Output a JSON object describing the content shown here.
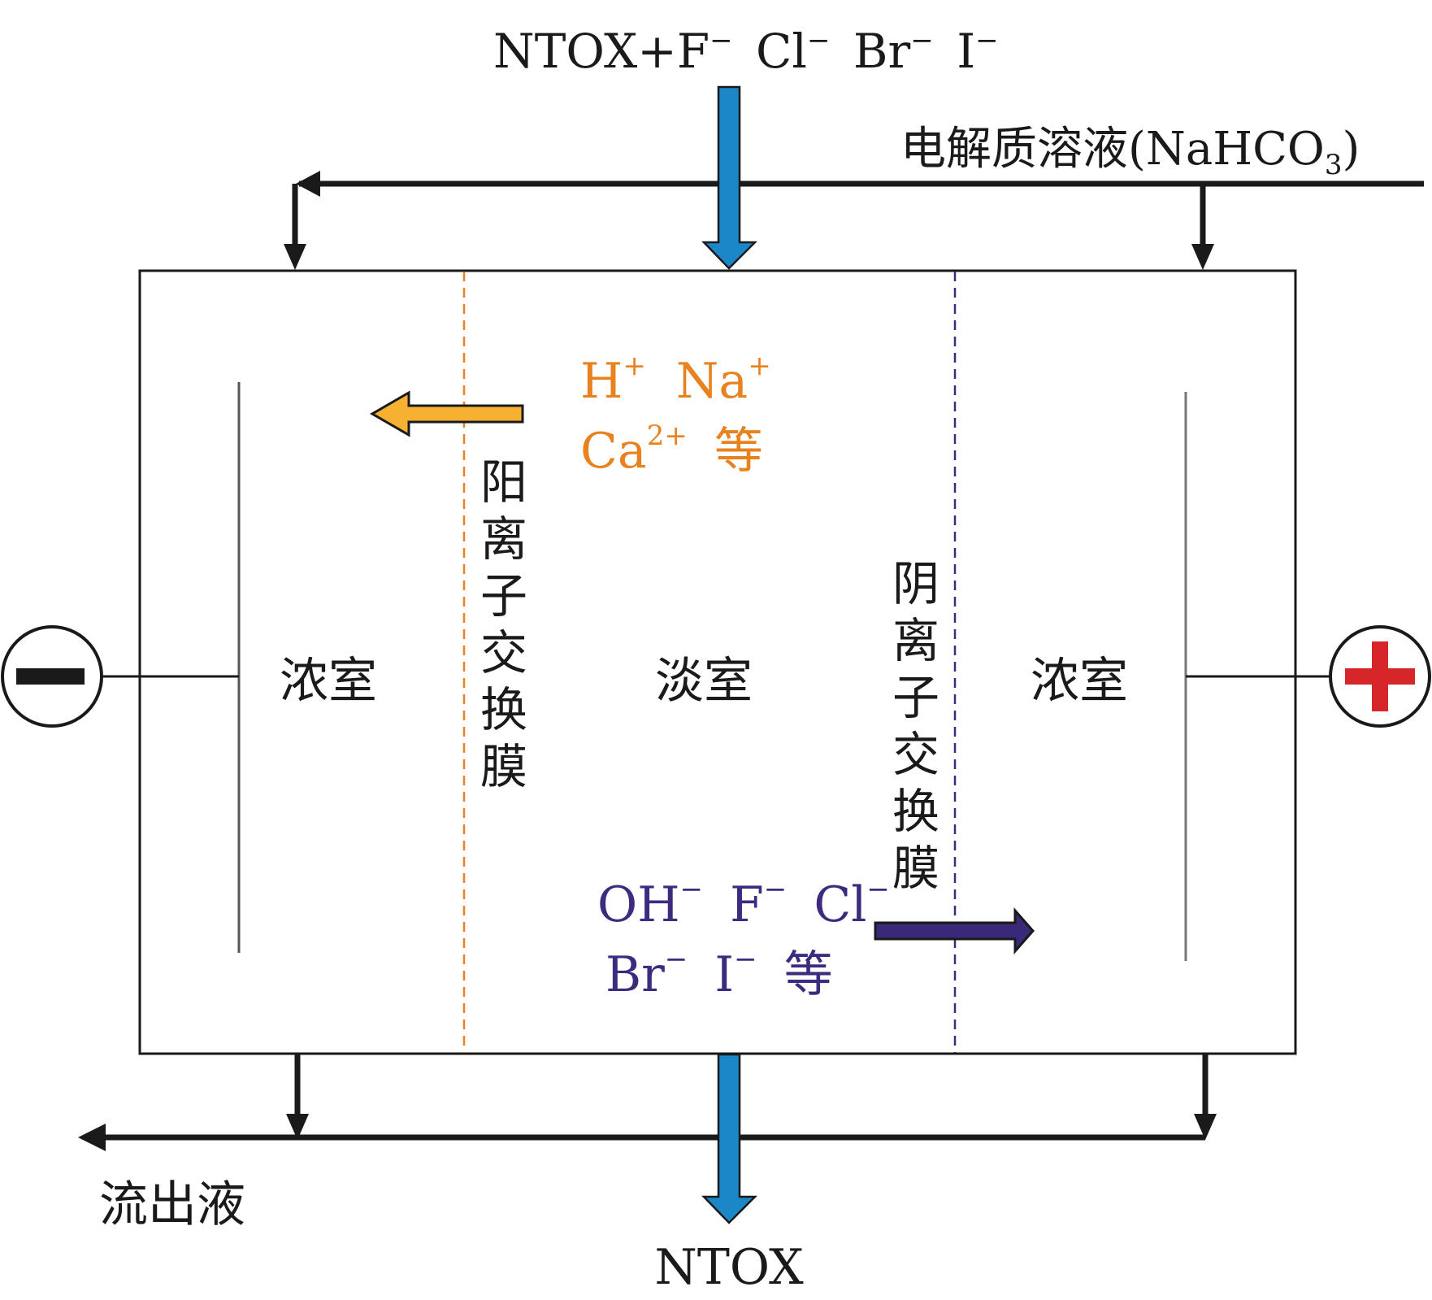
{
  "input_feed": {
    "base": "NTOX+F",
    "ions": [
      {
        "symbol": "Cl",
        "charge": "−"
      },
      {
        "symbol": "Br",
        "charge": "−"
      },
      {
        "symbol": "I",
        "charge": "−"
      }
    ],
    "first_charge": "−"
  },
  "electrolyte": {
    "label": "电解质溶液(NaHCO",
    "subscript": "3",
    "close": ")"
  },
  "chambers": {
    "left": "浓室",
    "middle": "淡室",
    "right": "浓室"
  },
  "membranes": {
    "cation": [
      "阳",
      "离",
      "子",
      "交",
      "换",
      "膜"
    ],
    "anion": [
      "阴",
      "离",
      "子",
      "交",
      "换",
      "膜"
    ]
  },
  "cations": {
    "line1": [
      {
        "symbol": "H",
        "charge": "+"
      },
      {
        "symbol": "Na",
        "charge": "+"
      }
    ],
    "line2_symbol": "Ca",
    "line2_charge": "2+",
    "line2_suffix": "等"
  },
  "anions": {
    "line1": [
      {
        "symbol": "OH",
        "charge": "−"
      },
      {
        "symbol": "F",
        "charge": "−"
      },
      {
        "symbol": "Cl",
        "charge": "−"
      }
    ],
    "line2": [
      {
        "symbol": "Br",
        "charge": "−"
      },
      {
        "symbol": "I",
        "charge": "−"
      }
    ],
    "line2_suffix": "等"
  },
  "effluent_label": "流出液",
  "product_label": "NTOX",
  "colors": {
    "blue_arrow": "#1b86c8",
    "cation_text": "#e8821e",
    "cation_arrow": "#f6b132",
    "anion_text": "#3c2b7e",
    "anion_arrow": "#3a2878",
    "plus_sign": "#d7262a",
    "line": "#1a1a1a"
  },
  "electrodes": {
    "negative": "negative-electrode-icon",
    "positive": "positive-electrode-icon"
  }
}
